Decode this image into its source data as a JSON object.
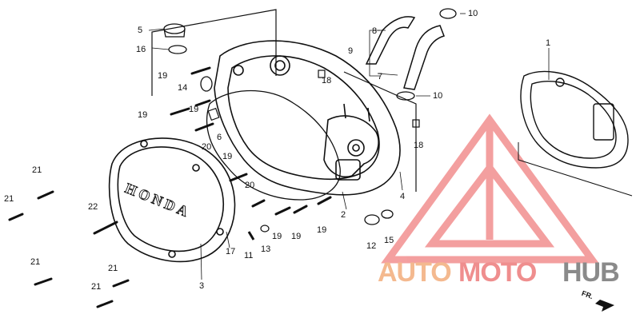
{
  "callouts": [
    {
      "key": "c5",
      "text": "5"
    },
    {
      "key": "c16",
      "text": "16"
    },
    {
      "key": "c19a",
      "text": "19"
    },
    {
      "key": "c14",
      "text": "14"
    },
    {
      "key": "c19b",
      "text": "19"
    },
    {
      "key": "c19c",
      "text": "19"
    },
    {
      "key": "c20a",
      "text": "20"
    },
    {
      "key": "c6",
      "text": "6"
    },
    {
      "key": "c18a",
      "text": "18"
    },
    {
      "key": "c8",
      "text": "8"
    },
    {
      "key": "c9",
      "text": "9"
    },
    {
      "key": "c7",
      "text": "7"
    },
    {
      "key": "c10a",
      "text": "10"
    },
    {
      "key": "c10b",
      "text": "10"
    },
    {
      "key": "c1",
      "text": "1"
    },
    {
      "key": "c18b",
      "text": "18"
    },
    {
      "key": "c4",
      "text": "4"
    },
    {
      "key": "c2",
      "text": "2"
    },
    {
      "key": "c19d",
      "text": "19"
    },
    {
      "key": "c20b",
      "text": "20"
    },
    {
      "key": "c19e",
      "text": "19"
    },
    {
      "key": "c19f",
      "text": "19"
    },
    {
      "key": "c19g",
      "text": "19"
    },
    {
      "key": "c12",
      "text": "12"
    },
    {
      "key": "c15",
      "text": "15"
    },
    {
      "key": "c11",
      "text": "11"
    },
    {
      "key": "c13",
      "text": "13"
    },
    {
      "key": "c17",
      "text": "17"
    },
    {
      "key": "c3",
      "text": "3"
    },
    {
      "key": "c22",
      "text": "22"
    },
    {
      "key": "c21a",
      "text": "21"
    },
    {
      "key": "c21b",
      "text": "21"
    },
    {
      "key": "c21c",
      "text": "21"
    },
    {
      "key": "c21d",
      "text": "21"
    },
    {
      "key": "c21e",
      "text": "21"
    }
  ],
  "cover_logo": "HONDA",
  "watermark": {
    "part1": "AUTO",
    "part2": "MOTO",
    "part3": "HUB",
    "color_auto": "#f4b98f",
    "color_moto": "#ef8e8e",
    "color_hub": "#8a8a8a",
    "logo_color": "#f08080"
  },
  "direction_marker": "FR."
}
